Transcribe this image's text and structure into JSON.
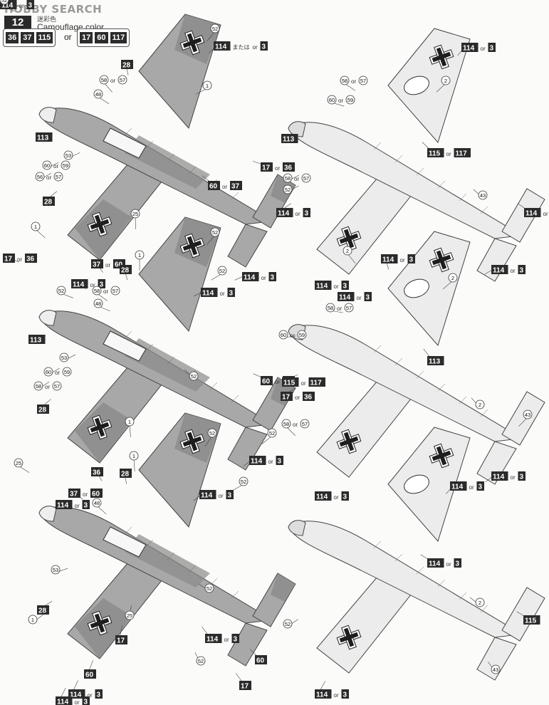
{
  "header": {
    "watermark": "HOBBY SEARCH",
    "section_number": "12",
    "camouflage_label_jp": "迷彩色",
    "camouflage_label": "Camouflage color",
    "option_a": [
      "36",
      "37",
      "115"
    ],
    "or_text": "or",
    "option_b": [
      "17",
      "60",
      "117"
    ]
  },
  "colors": {
    "dark_grey": "#8a8a8a",
    "mid_grey": "#a8a8a8",
    "light_blue": "#ececec",
    "chip": "#2b2b2b"
  },
  "callouts": [
    {
      "text": "52",
      "style": "circ"
    },
    {
      "text": "114 または or 3",
      "style": "chip"
    },
    {
      "text": "28",
      "style": "chip"
    },
    {
      "text": "58 or 57",
      "style": "circ"
    },
    {
      "text": "1",
      "style": "circ"
    },
    {
      "text": "48",
      "style": "circ"
    },
    {
      "text": "113",
      "style": "chip"
    },
    {
      "text": "53",
      "style": "circ"
    },
    {
      "text": "60 or 59",
      "style": "circ"
    },
    {
      "text": "56 or 57",
      "style": "circ"
    },
    {
      "text": "28",
      "style": "chip"
    },
    {
      "text": "25",
      "style": "circ"
    },
    {
      "text": "1",
      "style": "circ"
    },
    {
      "text": "17 or 36",
      "style": "chip"
    },
    {
      "text": "37 or 60",
      "style": "chip"
    },
    {
      "text": "114 or 3",
      "style": "chip"
    },
    {
      "text": "52",
      "style": "circ"
    },
    {
      "text": "60 or 37",
      "style": "chip"
    },
    {
      "text": "17 or 36",
      "style": "chip"
    },
    {
      "text": "52",
      "style": "circ"
    },
    {
      "text": "114 or 3",
      "style": "chip"
    },
    {
      "text": "52",
      "style": "circ"
    },
    {
      "text": "114 or 3",
      "style": "chip"
    },
    {
      "text": "114 or 3",
      "style": "chip"
    },
    {
      "text": "2",
      "style": "circ"
    },
    {
      "text": "58 or 57",
      "style": "circ"
    },
    {
      "text": "60 or 59",
      "style": "circ"
    },
    {
      "text": "113",
      "style": "chip"
    },
    {
      "text": "115 or 117",
      "style": "chip"
    },
    {
      "text": "58 or 57",
      "style": "circ"
    },
    {
      "text": "43",
      "style": "circ"
    },
    {
      "text": "114 or 3",
      "style": "chip"
    },
    {
      "text": "2",
      "style": "circ"
    },
    {
      "text": "114 or 3",
      "style": "chip"
    },
    {
      "text": "114 or 3",
      "style": "chip"
    },
    {
      "text": "52",
      "style": "circ"
    },
    {
      "text": "1",
      "style": "circ"
    },
    {
      "text": "28",
      "style": "chip"
    },
    {
      "text": "58 or 57",
      "style": "circ"
    },
    {
      "text": "114 or 3",
      "style": "chip"
    },
    {
      "text": "48",
      "style": "circ"
    },
    {
      "text": "113",
      "style": "chip"
    },
    {
      "text": "53",
      "style": "circ"
    },
    {
      "text": "60 or 59",
      "style": "circ"
    },
    {
      "text": "58 or 57",
      "style": "circ"
    },
    {
      "text": "28",
      "style": "chip"
    },
    {
      "text": "1",
      "style": "circ"
    },
    {
      "text": "25",
      "style": "circ"
    },
    {
      "text": "36",
      "style": "chip"
    },
    {
      "text": "37 or 60",
      "style": "chip"
    },
    {
      "text": "114 or 3",
      "style": "chip"
    },
    {
      "text": "52",
      "style": "circ"
    },
    {
      "text": "60 or 37",
      "style": "chip"
    },
    {
      "text": "17 or 36",
      "style": "chip"
    },
    {
      "text": "114 or 3",
      "style": "chip"
    },
    {
      "text": "52",
      "style": "circ"
    },
    {
      "text": "52",
      "style": "circ"
    },
    {
      "text": "114 or 3",
      "style": "chip"
    },
    {
      "text": "2",
      "style": "circ"
    },
    {
      "text": "114 or 3",
      "style": "chip"
    },
    {
      "text": "58 or 57",
      "style": "circ"
    },
    {
      "text": "60 or 59",
      "style": "circ"
    },
    {
      "text": "113",
      "style": "chip"
    },
    {
      "text": "115 or 117",
      "style": "chip"
    },
    {
      "text": "58 or 57",
      "style": "circ"
    },
    {
      "text": "2",
      "style": "circ"
    },
    {
      "text": "43",
      "style": "circ"
    },
    {
      "text": "114 or 3",
      "style": "chip"
    },
    {
      "text": "114 or 3",
      "style": "chip"
    },
    {
      "text": "114 or 3",
      "style": "chip"
    },
    {
      "text": "52",
      "style": "circ"
    },
    {
      "text": "1",
      "style": "circ"
    },
    {
      "text": "28",
      "style": "chip"
    },
    {
      "text": "114 or 3",
      "style": "chip"
    },
    {
      "text": "48",
      "style": "circ"
    },
    {
      "text": "53",
      "style": "circ"
    },
    {
      "text": "28",
      "style": "chip"
    },
    {
      "text": "1",
      "style": "circ"
    },
    {
      "text": "25",
      "style": "circ"
    },
    {
      "text": "17",
      "style": "chip"
    },
    {
      "text": "60",
      "style": "chip"
    },
    {
      "text": "114 or 3",
      "style": "chip"
    },
    {
      "text": "52",
      "style": "circ"
    },
    {
      "text": "114 or 3",
      "style": "chip"
    },
    {
      "text": "60",
      "style": "chip"
    },
    {
      "text": "52",
      "style": "circ"
    },
    {
      "text": "17",
      "style": "chip"
    },
    {
      "text": "52",
      "style": "circ"
    },
    {
      "text": "114 or 3",
      "style": "chip"
    },
    {
      "text": "2",
      "style": "circ"
    },
    {
      "text": "115",
      "style": "chip"
    },
    {
      "text": "43",
      "style": "circ"
    },
    {
      "text": "114 or 3",
      "style": "chip"
    },
    {
      "text": "114 or 3",
      "style": "chip"
    },
    {
      "text": "114 or 3",
      "style": "chip"
    },
    {
      "text": "52",
      "style": "circ"
    }
  ]
}
